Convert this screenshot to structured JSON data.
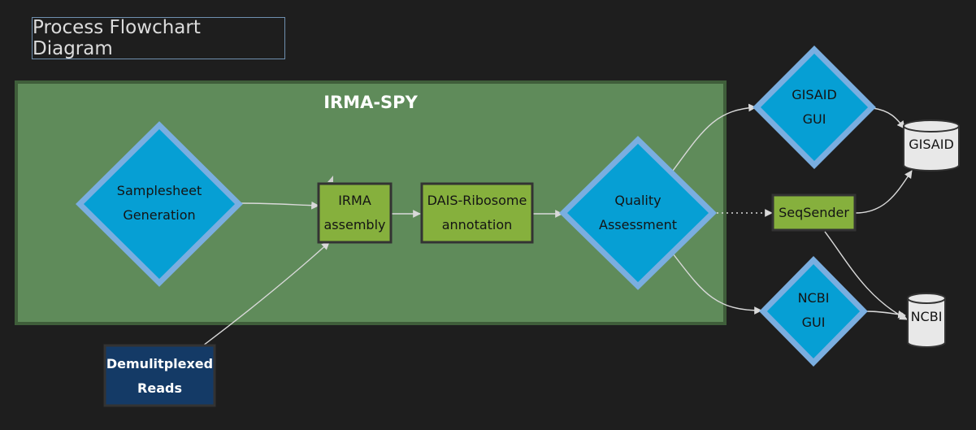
{
  "title": "Process Flowchart Diagram",
  "subgraph": {
    "label": "IRMA-SPY"
  },
  "nodes": {
    "samplesheet": "Samplesheet\nGeneration",
    "irma": "IRMA\nassembly",
    "dais": "DAIS-Ribosome\nannotation",
    "quality": "Quality\nAssessment",
    "gisaid_gui": "GISAID\nGUI",
    "ncbi_gui": "NCBI\nGUI",
    "seqsender": "SeqSender",
    "gisaid_db": "GISAID",
    "ncbi_db": "NCBI",
    "reads": "Demulitplexed\nReads"
  },
  "edges": [
    {
      "from": "samplesheet",
      "to": "irma",
      "style": "solid"
    },
    {
      "from": "reads",
      "to": "irma",
      "style": "solid"
    },
    {
      "from": "irma",
      "to": "dais",
      "style": "solid"
    },
    {
      "from": "dais",
      "to": "quality",
      "style": "solid"
    },
    {
      "from": "quality",
      "to": "gisaid_gui",
      "style": "solid"
    },
    {
      "from": "quality",
      "to": "seqsender",
      "style": "dotted"
    },
    {
      "from": "quality",
      "to": "ncbi_gui",
      "style": "solid"
    },
    {
      "from": "gisaid_gui",
      "to": "gisaid_db",
      "style": "solid"
    },
    {
      "from": "seqsender",
      "to": "gisaid_db",
      "style": "solid"
    },
    {
      "from": "seqsender",
      "to": "ncbi_db",
      "style": "solid"
    },
    {
      "from": "ncbi_gui",
      "to": "ncbi_db",
      "style": "solid"
    }
  ],
  "colors": {
    "background": "#1e1e1e",
    "subgraph_fill": "#5f8b5a",
    "subgraph_border": "#3f5e3a",
    "diamond_fill": "#069fd4",
    "diamond_border": "#7aaee0",
    "process_fill": "#86b03d",
    "process_border": "#333333",
    "reads_fill": "#143a66",
    "db_fill": "#e8e8e8",
    "edge": "#d9d9d9"
  }
}
